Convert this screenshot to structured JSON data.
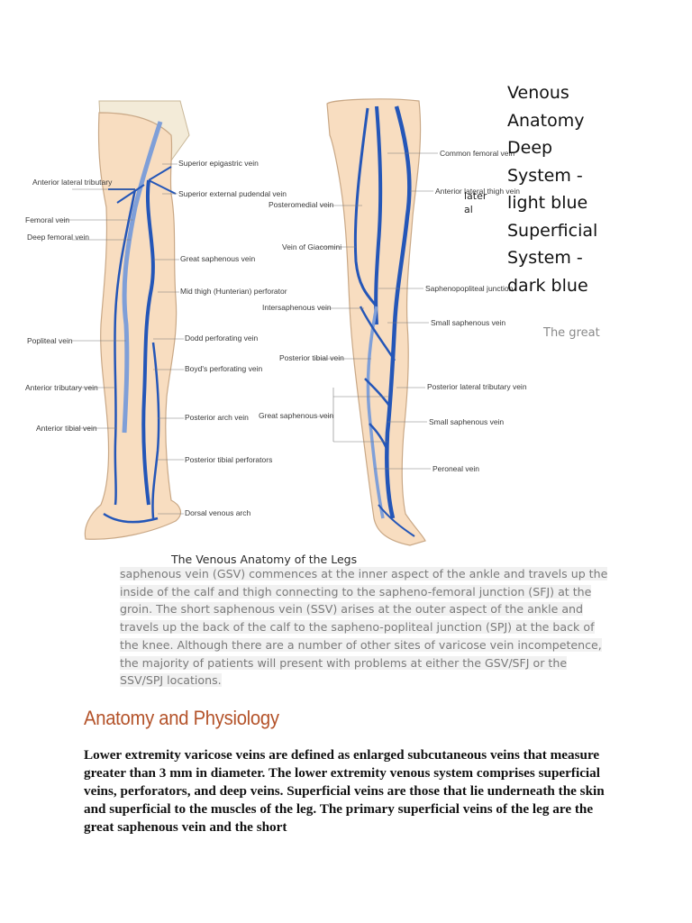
{
  "figure": {
    "caption": "The Venous Anatomy of the Legs",
    "left_labels": [
      "Superior epigastric vein",
      "Anterior lateral tributary",
      "Superior external pudendal vein",
      "Femoral vein",
      "Deep femoral vein",
      "Great saphenous vein",
      "Mid thigh (Hunterian) perforator",
      "Popliteal vein",
      "Dodd perforating vein",
      "Boyd's perforating vein",
      "Anterior tributary vein",
      "Anterior tibial vein",
      "Posterior arch vein",
      "Posterior tibial perforators",
      "Dorsal venous arch"
    ],
    "right_labels": [
      "Common femoral vein",
      "Anterior lateral thigh vein",
      "Posteromedial vein",
      "Vein of Giacomini",
      "Saphenopopliteal junction",
      "Intersaphenous vein",
      "Small saphenous vein",
      "Posterior tibial vein",
      "Posterior lateral tributary vein",
      "Great saphenous vein",
      "Small saphenous vein",
      "Peroneal vein"
    ],
    "colors": {
      "skin": "#f8ddc0",
      "outline": "#c9a886",
      "vein": "#2456b8",
      "vein_light": "#7f9fd8"
    }
  },
  "side_title": {
    "lines": [
      "Venous",
      "Anatomy",
      "Deep",
      "System -",
      "light blue",
      "Superficial",
      "System -",
      "dark blue"
    ]
  },
  "fragments": {
    "lateral_a": "later",
    "lateral_b": "al",
    "the_great": "The great"
  },
  "paragraph": "saphenous vein (GSV) commences at the inner aspect of the ankle and travels up the inside of the calf and thigh connecting to the sapheno-femoral junction (SFJ) at the groin. The short saphenous vein (SSV) arises at the outer aspect of the ankle and travels up the back of the calf to the sapheno-popliteal junction (SPJ) at the back of the knee. Although there are a number of other sites of varicose vein incompetence, the majority of patients will present with problems at either the GSV/SFJ or the SSV/SPJ locations.",
  "section": {
    "heading": "Anatomy and Physiology",
    "heading_color": "#b4532a",
    "body": "Lower extremity varicose veins are defined as enlarged subcutaneous veins that measure greater than 3 mm in diameter. The lower extremity venous system comprises superficial veins, perforators, and deep veins. Superficial veins are those that lie underneath the skin and superficial to the muscles of the leg. The primary superficial veins of the leg are the great saphenous vein and the short"
  }
}
